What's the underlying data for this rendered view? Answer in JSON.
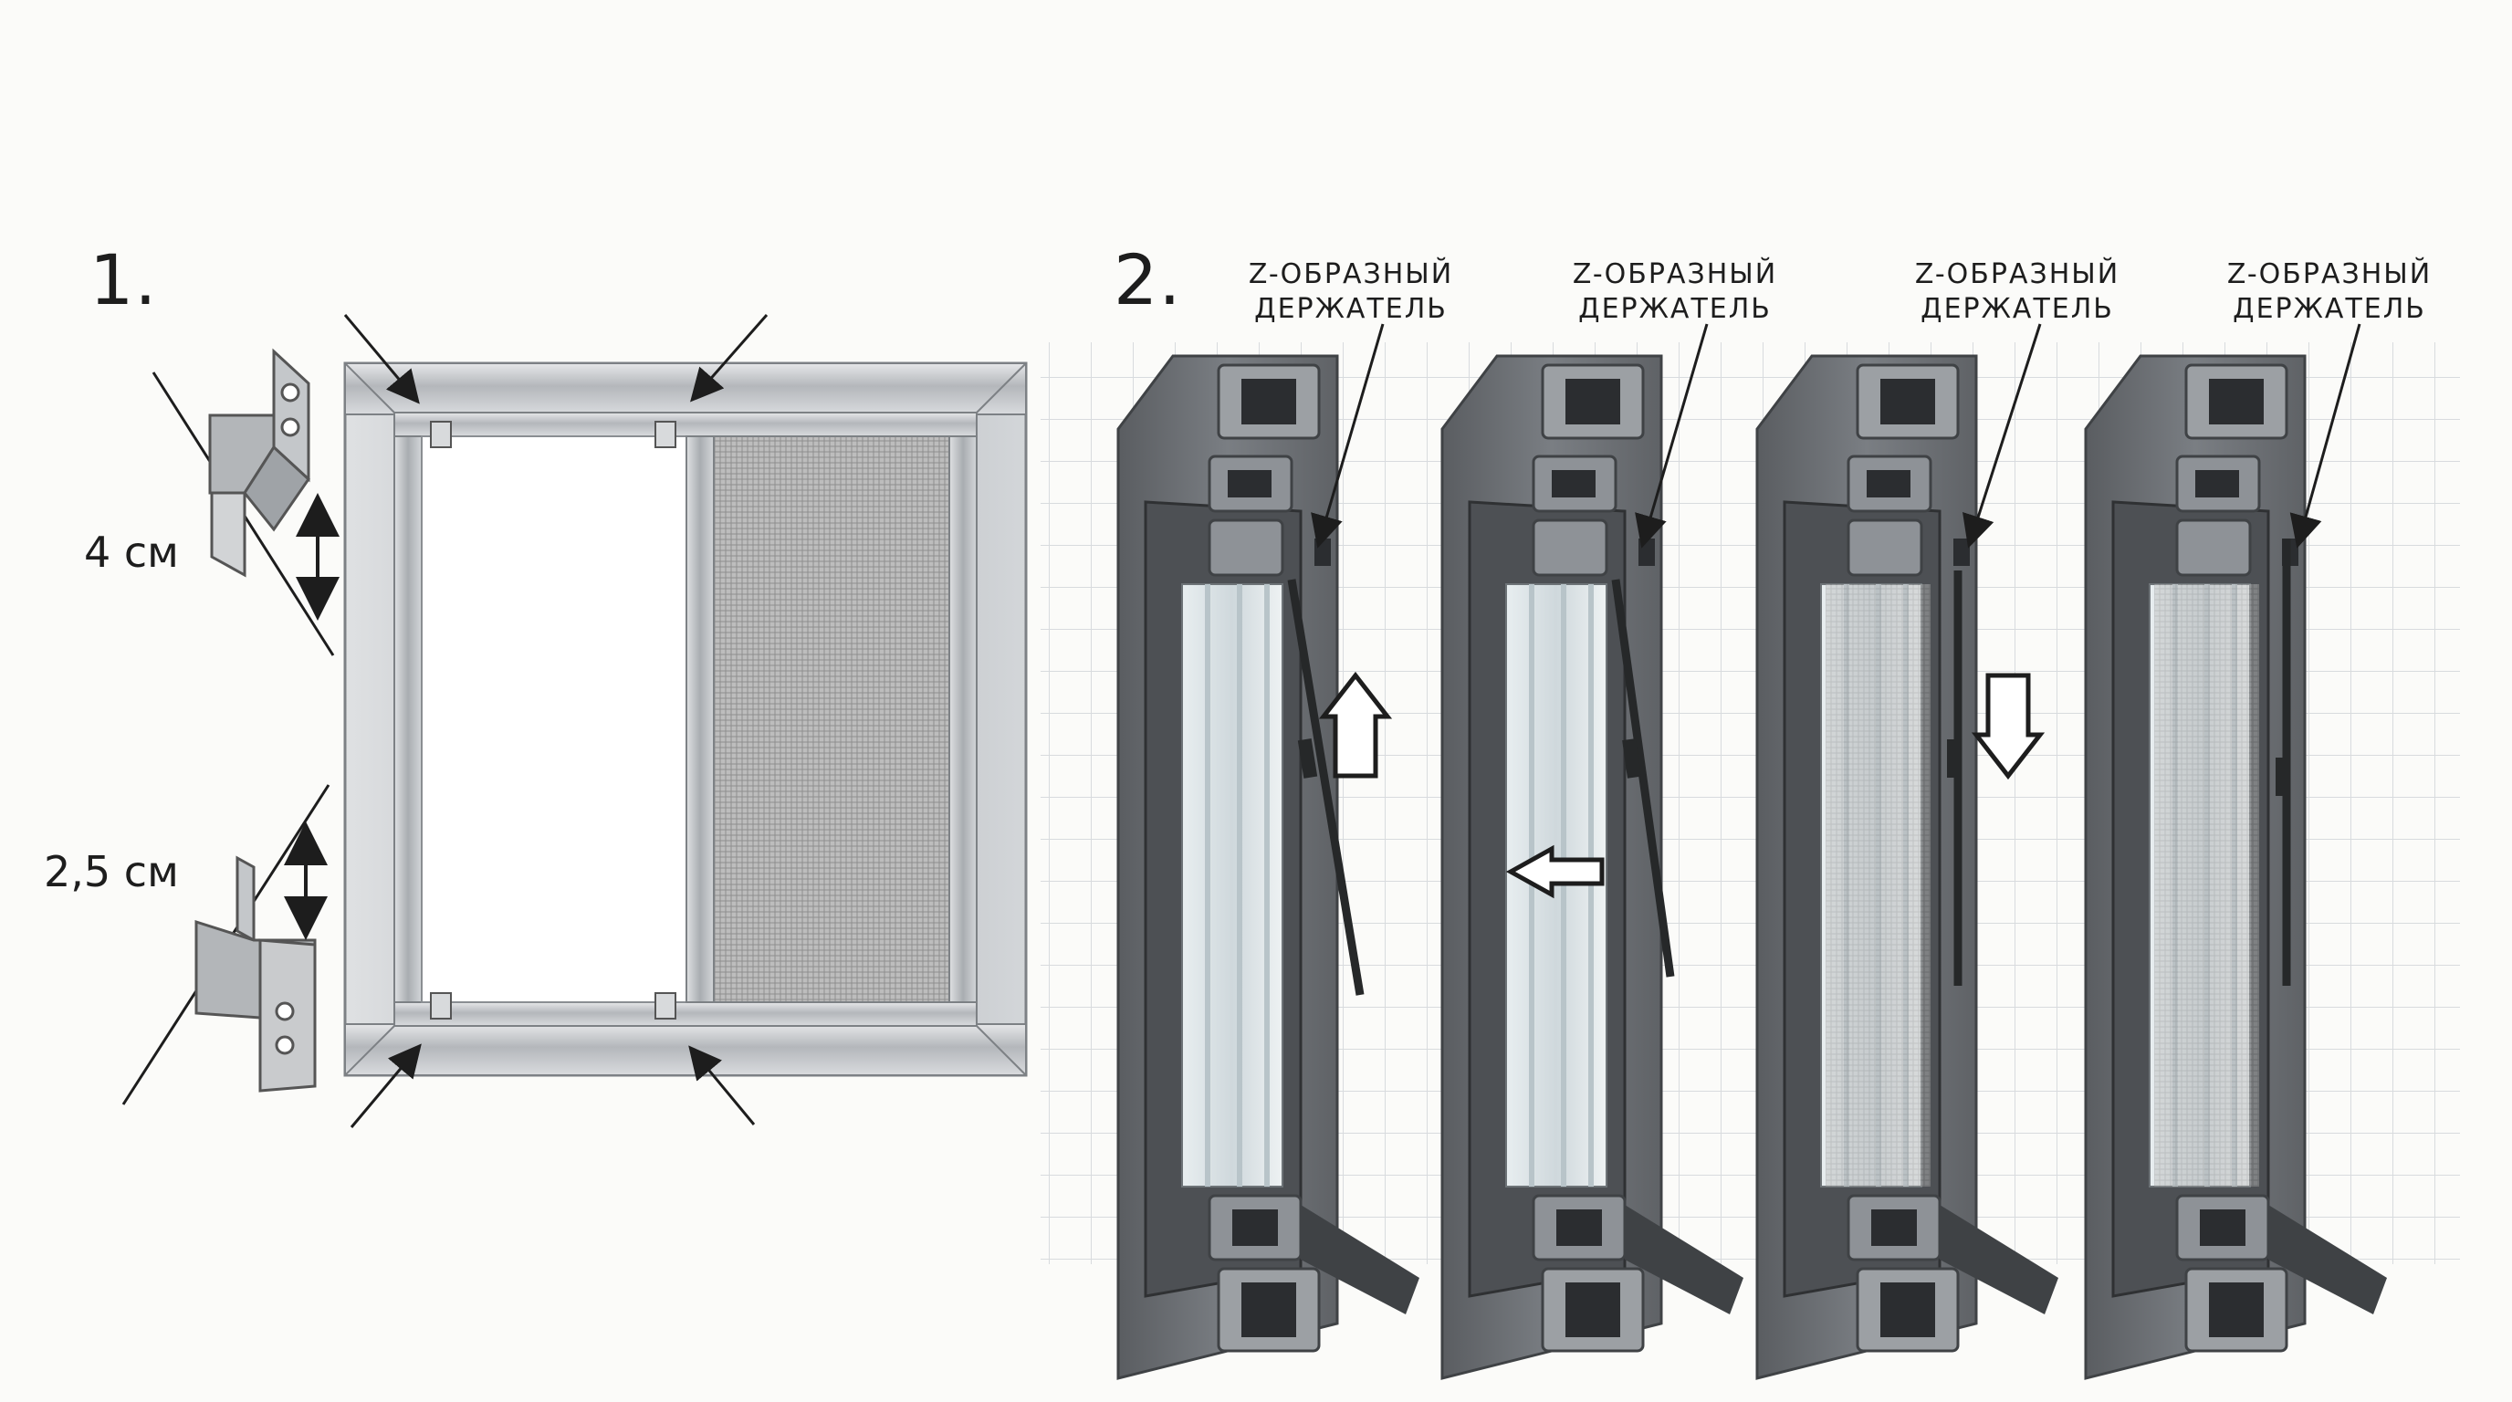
{
  "step1": {
    "number": "1.",
    "bracket_top_height": "4 см",
    "bracket_bottom_height": "2,5 см"
  },
  "step2": {
    "number": "2.",
    "stages": [
      {
        "caption_line1": "Z-ОБРАЗНЫЙ",
        "caption_line2": "ДЕРЖАТЕЛЬ",
        "action": "lift-up",
        "action_icon": "arrow-up-icon"
      },
      {
        "caption_line1": "Z-ОБРАЗНЫЙ",
        "caption_line2": "ДЕРЖАТЕЛЬ",
        "action": "push-in",
        "action_icon": "arrow-left-icon"
      },
      {
        "caption_line1": "Z-ОБРАЗНЫЙ",
        "caption_line2": "ДЕРЖАТЕЛЬ",
        "action": "lower-down",
        "action_icon": "arrow-down-icon"
      },
      {
        "caption_line1": "Z-ОБРАЗНЫЙ",
        "caption_line2": "ДЕРЖАТЕЛЬ",
        "action": "installed",
        "action_icon": ""
      }
    ]
  },
  "colors": {
    "background": "#fbfbf9",
    "aluminum": "#b9bcbf",
    "profile": "#6b6e72",
    "grid": "#d9dcdf",
    "mesh": "#a9a9a9"
  }
}
